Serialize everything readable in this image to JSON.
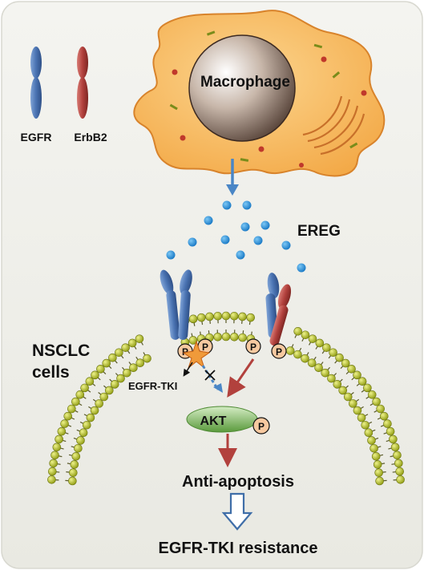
{
  "legend": {
    "egfr_label": "EGFR",
    "erbb2_label": "ErbB2"
  },
  "cell_labels": {
    "macrophage": "Macrophage",
    "nsclc_line1": "NSCLC",
    "nsclc_line2": "cells"
  },
  "ligand_label": "EREG",
  "signaling": {
    "phospho": "P",
    "inhibitor_label": "EGFR-TKI",
    "akt_label": "AKT"
  },
  "outcomes": {
    "anti_apoptosis": "Anti-apoptosis",
    "resistance": "EGFR-TKI resistance"
  },
  "colors": {
    "egfr": "#4a73b2",
    "erbb2": "#b2413d",
    "macrophage_body": "#f6b45a",
    "ereg_dot": "#1e8fd8",
    "lipid_head": "#b8c21c",
    "akt": "#6aa84f",
    "phospho": "#f7c9a0",
    "arrow_red": "#b2413d",
    "arrow_blue": "#4a86c6",
    "background": "#f1f1ec"
  }
}
